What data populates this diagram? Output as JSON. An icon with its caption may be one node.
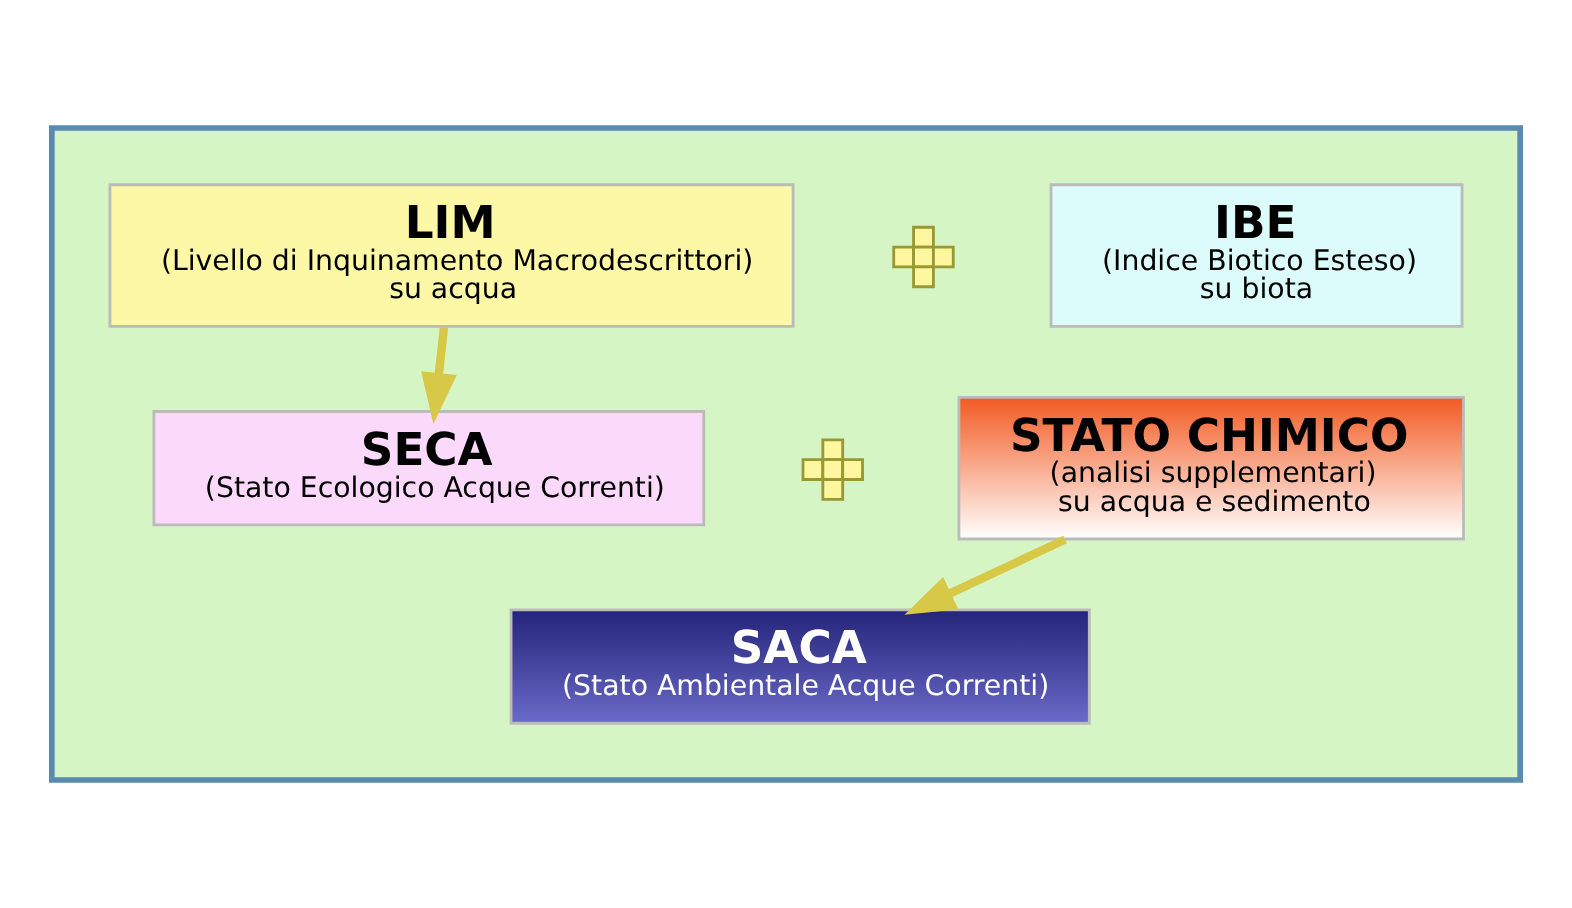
{
  "diagram": {
    "nodes": [
      {
        "text": [],
        "shape": "box"
      },
      {
        "text": [
          "LIM",
          "(Livello di Inquinamento Macrodescrittori)",
          "su acqua"
        ],
        "in": 0
      },
      {
        "text": [],
        "shape": "plus",
        "in": 0
      },
      {
        "text": [
          "IBE",
          "(Indice Biotico Esteso)",
          "su biota"
        ],
        "in": 0
      },
      {
        "text": [
          "SECA",
          "(Stato Ecologico Acque Correnti)"
        ],
        "in": 0
      },
      {
        "text": [],
        "shape": "plus",
        "in": 0
      },
      {
        "text": [
          "STATO CHIMICO",
          "(analisi supplementari)",
          "su acqua e sedimento"
        ],
        "in": 0
      },
      {
        "text": [
          "SACA",
          "(Stato Ambientale Acque Correnti)"
        ],
        "in": 0
      }
    ],
    "edges": [
      {
        "from": 1,
        "to": 4,
        "arrow": "to"
      },
      {
        "from": 6,
        "to": 7,
        "arrow": "to"
      }
    ]
  }
}
